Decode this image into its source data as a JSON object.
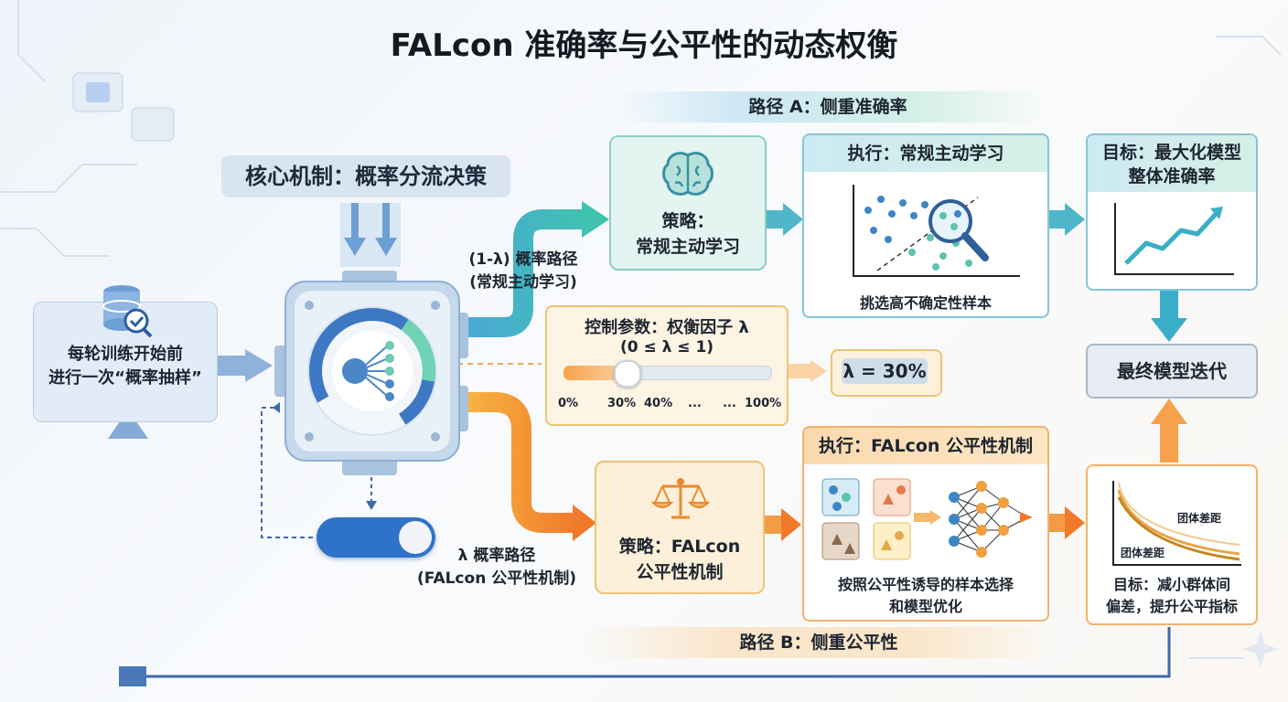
{
  "title": "FALcon 准确率与公平性的动态权衡",
  "path_a_band": "路径 A：侧重准确率",
  "path_b_band": "路径 B：侧重公平性",
  "core_mechanism": "核心机制：概率分流决策",
  "start_box": {
    "line1": "每轮训练开始前",
    "line2": "进行一次“概率抽样”"
  },
  "path_a_label": {
    "line1": "(1-λ) 概率路径",
    "line2": "(常规主动学习)"
  },
  "path_b_label": {
    "line1": "λ 概率路径",
    "line2": "(FALcon 公平性机制)"
  },
  "strategy_a": {
    "line1": "策略：",
    "line2": "常规主动学习"
  },
  "strategy_b": {
    "line1": "策略：FALcon",
    "line2": "公平性机制"
  },
  "exec_a": {
    "title": "执行：常规主动学习",
    "caption": "挑选高不确定性样本"
  },
  "exec_b": {
    "title": "执行：FALcon 公平性机制",
    "caption_line1": "按照公平性诱导的样本选择",
    "caption_line2": "和模型优化"
  },
  "goal_a": {
    "line1": "目标：最大化模型",
    "line2": "整体准确率"
  },
  "goal_b": {
    "label_top": "团体差距",
    "label_bottom": "团体差距",
    "line1": "目标：减小群体间",
    "line2": "偏差，提升公平指标"
  },
  "final": "最终模型迭代",
  "control": {
    "title": "控制参数：权衡因子 λ",
    "range": "(0 ≤ λ ≤ 1)",
    "ticks": [
      "0%",
      "30%",
      "40%",
      "...",
      "...",
      "100%"
    ],
    "slider_value": 0.3
  },
  "lambda_display": "λ = 30%",
  "colors": {
    "accuracy": "#3aaec8",
    "fairness": "#f28a2c",
    "loop": "#4a78b8"
  }
}
